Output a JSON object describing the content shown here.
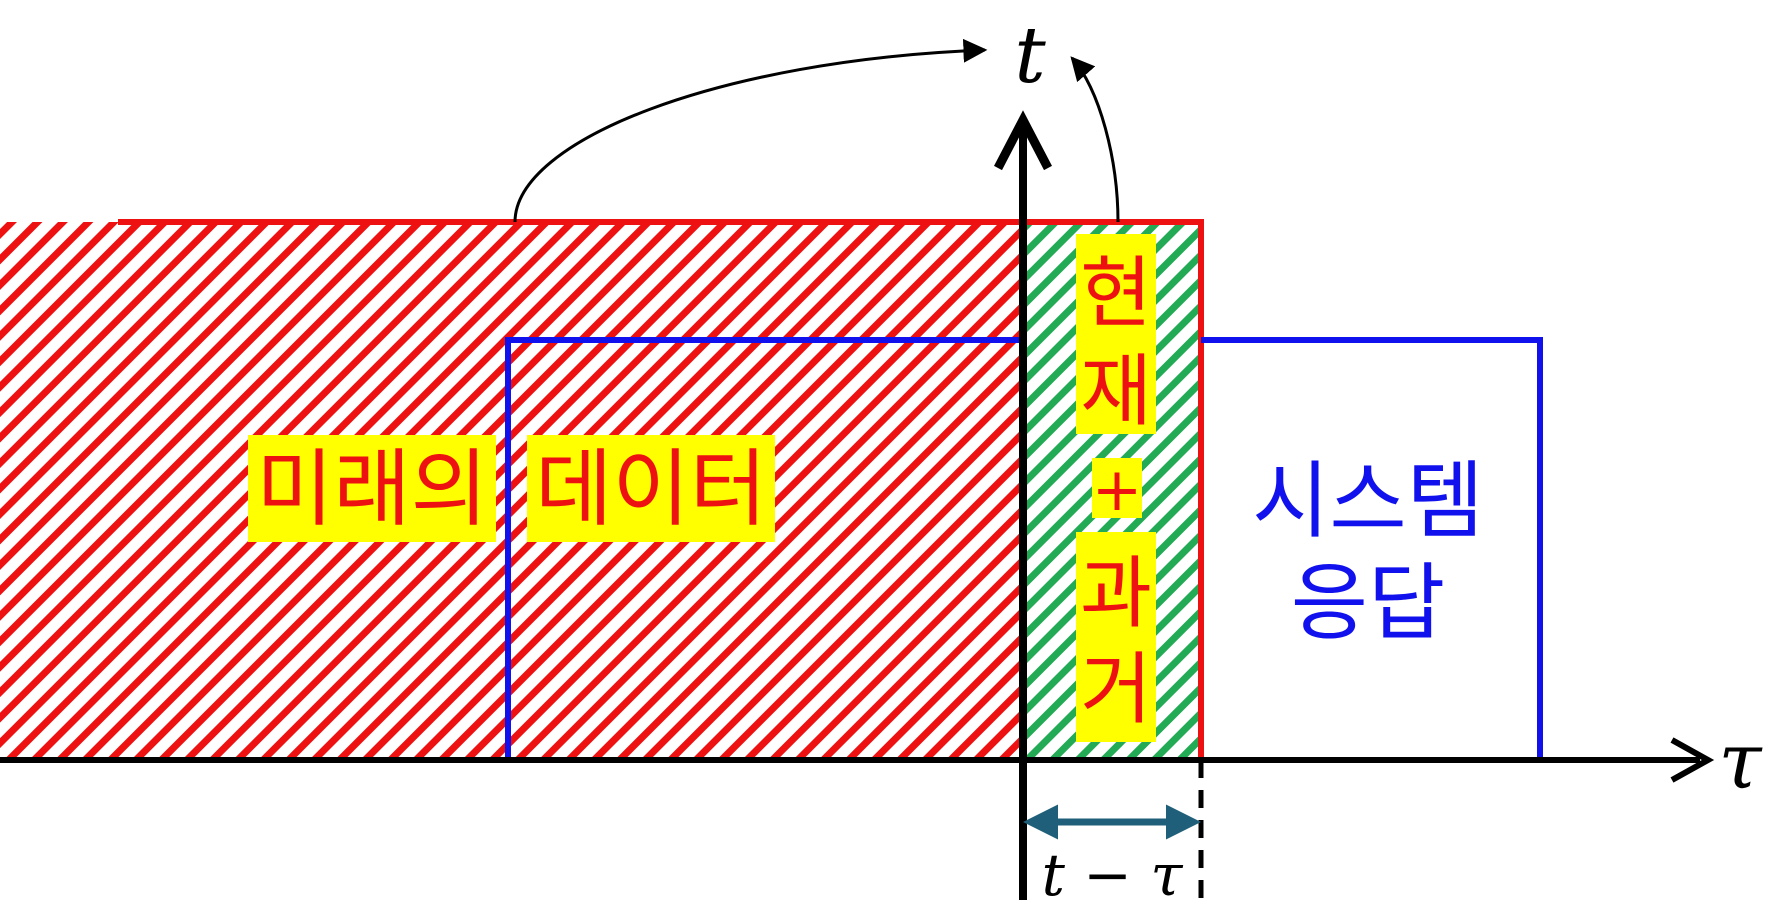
{
  "axis": {
    "vertical_label": "t",
    "horizontal_label": "τ",
    "interval_label": "t − τ"
  },
  "labels": {
    "future_data_word1": "미래의",
    "future_data_word2": "데이터",
    "present_past": [
      "현",
      "재",
      "+",
      "과",
      "거"
    ],
    "system_response_line1": "시스템",
    "system_response_line2": "응답"
  },
  "colors": {
    "future_data": "#ee1111",
    "present_past": "#22aa55",
    "system_response": "#1111ee",
    "label_highlight": "#ffff00",
    "interval_arrow": "#1f5f7a",
    "axes": "#000000"
  }
}
